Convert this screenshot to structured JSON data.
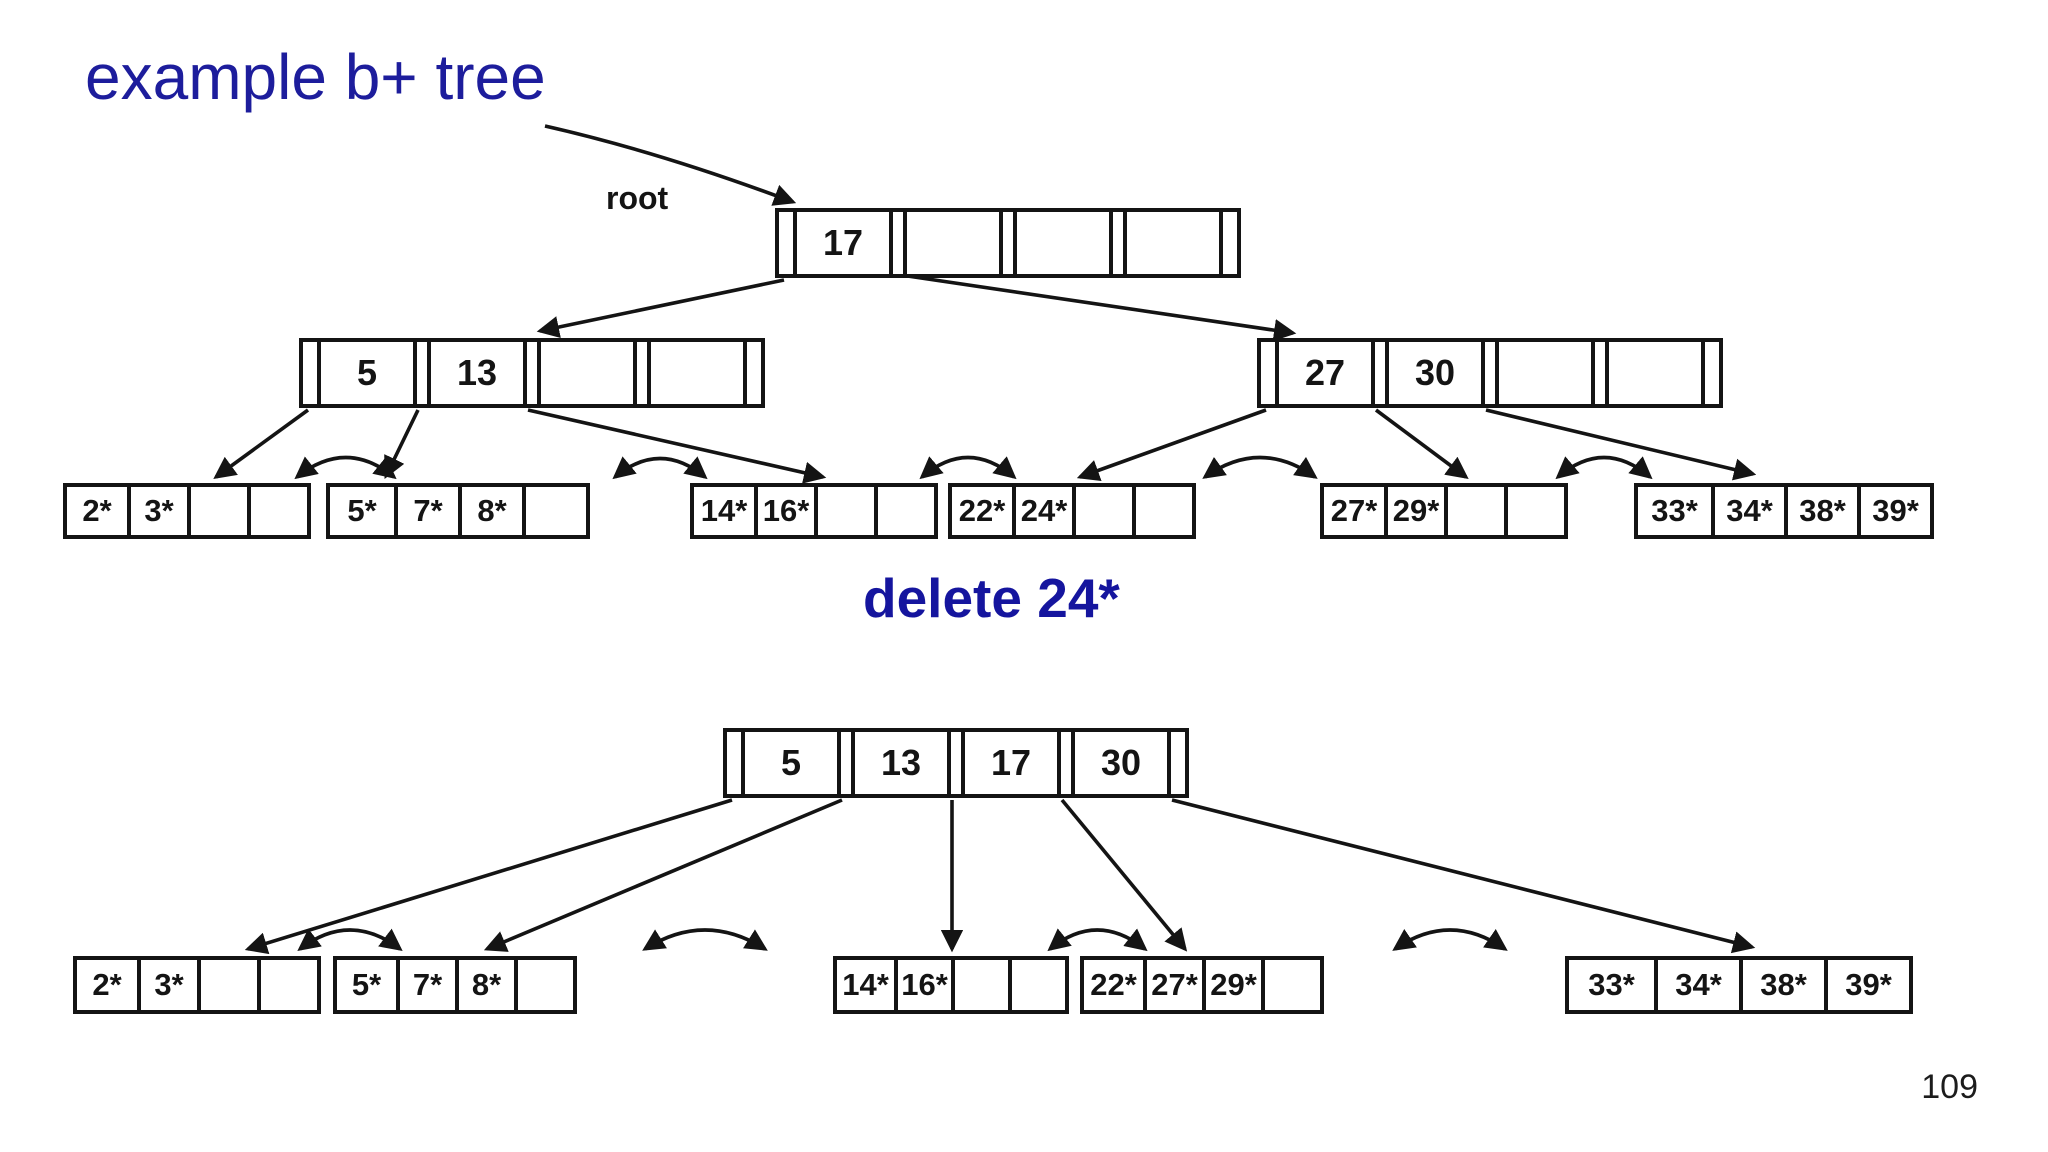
{
  "title": "example b+ tree",
  "caption": "delete 24*",
  "page_number": "109",
  "colors": {
    "title_blue": "#1d1d9c",
    "caption_blue": "#15159e",
    "ink": "#141414"
  },
  "tree_before": {
    "root_label": "root",
    "root": {
      "keys": [
        "17",
        "",
        "",
        ""
      ]
    },
    "internal_left": {
      "keys": [
        "5",
        "13",
        "",
        ""
      ]
    },
    "internal_right": {
      "keys": [
        "27",
        "30",
        "",
        ""
      ]
    },
    "leaves": [
      [
        "2*",
        "3*",
        "",
        ""
      ],
      [
        "5*",
        "7*",
        "8*",
        ""
      ],
      [
        "14*",
        "16*",
        "",
        ""
      ],
      [
        "22*",
        "24*",
        "",
        ""
      ],
      [
        "27*",
        "29*",
        "",
        ""
      ],
      [
        "33*",
        "34*",
        "38*",
        "39*"
      ]
    ]
  },
  "tree_after": {
    "root": {
      "keys": [
        "5",
        "13",
        "17",
        "30"
      ]
    },
    "leaves": [
      [
        "2*",
        "3*",
        "",
        ""
      ],
      [
        "5*",
        "7*",
        "8*",
        ""
      ],
      [
        "14*",
        "16*",
        "",
        ""
      ],
      [
        "22*",
        "27*",
        "29*",
        ""
      ],
      [
        "33*",
        "34*",
        "38*",
        "39*"
      ]
    ]
  }
}
